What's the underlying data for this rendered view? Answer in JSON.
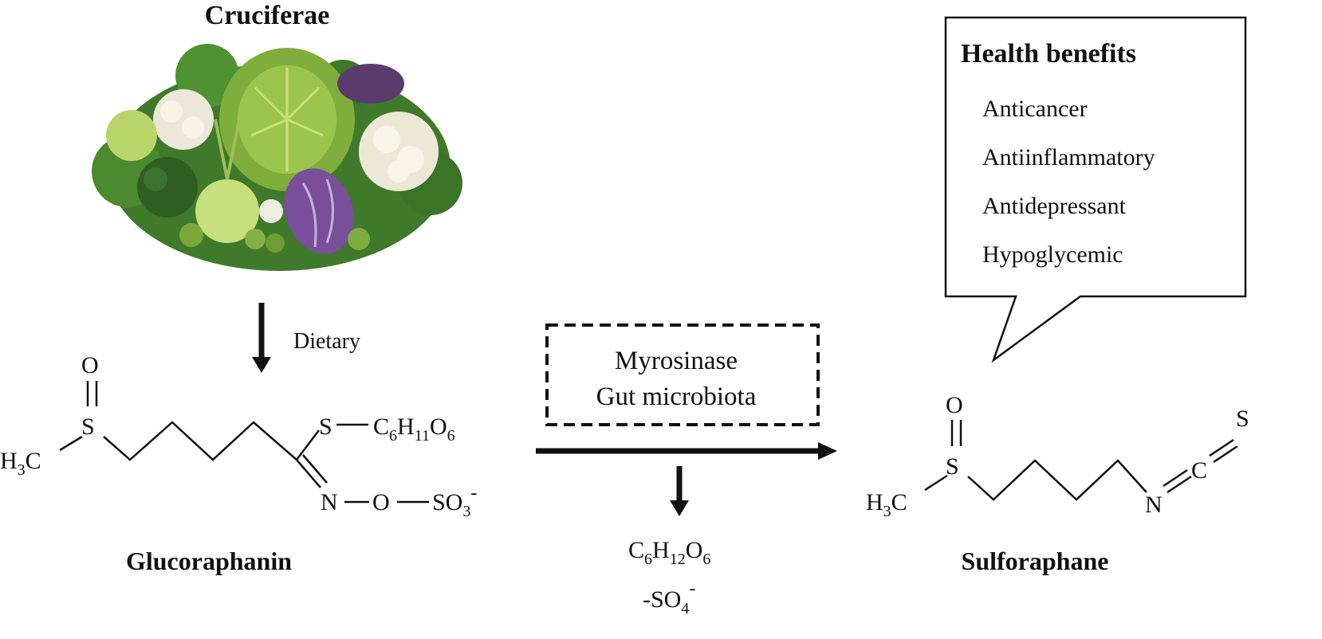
{
  "title": "Cruciferae",
  "image_alt": "cruciferous vegetables",
  "step1_label": "Dietary",
  "precursor": {
    "name": "Glucoraphanin",
    "atoms": {
      "oxygen": "O",
      "sulfur": "S",
      "methyl_h": "H",
      "methyl_3": "3",
      "methyl_c": "C",
      "thio_s": "S",
      "sugar_c": "C",
      "sugar_6": "6",
      "sugar_h": "H",
      "sugar_11": "11",
      "sugar_o": "O",
      "sugar_6b": "6",
      "imine_n": "N",
      "ester_o": "O",
      "sulfate_so": "SO",
      "sulfate_3": "3",
      "sulfate_charge": "-"
    }
  },
  "enzyme_box": {
    "line1": "Myrosinase",
    "line2": "Gut microbiota"
  },
  "byproducts": {
    "glucose_c": "C",
    "glucose_6": "6",
    "glucose_h": "H",
    "glucose_12": "12",
    "glucose_o": "O",
    "glucose_6b": "6",
    "sulfate_prefix": "-SO",
    "sulfate_4": "4",
    "sulfate_charge": "-"
  },
  "product": {
    "name": "Sulforaphane",
    "atoms": {
      "oxygen": "O",
      "sulfur": "S",
      "methyl_h": "H",
      "methyl_3": "3",
      "methyl_c": "C",
      "nitrogen": "N",
      "carbon": "C",
      "terminal_s": "S"
    }
  },
  "callout": {
    "heading": "Health benefits",
    "items": [
      "Anticancer",
      "Antiinflammatory",
      "Antidepressant",
      "Hypoglycemic"
    ]
  }
}
